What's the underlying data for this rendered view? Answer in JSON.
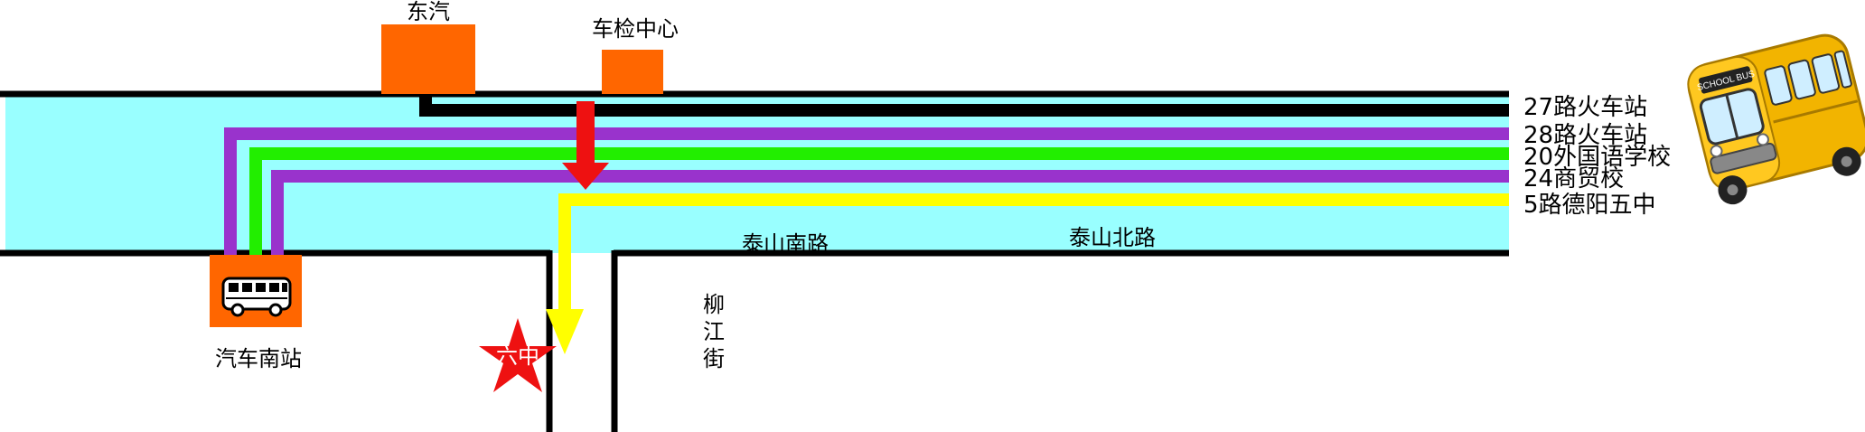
{
  "places": {
    "dongqi": "东汽",
    "chejian": "车检中心",
    "bus_south": "汽车南站",
    "liuzhong": "六中"
  },
  "roads": {
    "taishan_south": "泰山南路",
    "taishan_north": "泰山北路",
    "liujiang_1": "柳",
    "liujiang_2": "江",
    "liujiang_3": "街"
  },
  "routes": [
    {
      "label": "27路火车站",
      "color": "#000000"
    },
    {
      "label": "28路火车站",
      "color": "#9933cc"
    },
    {
      "label": "20外国语学校",
      "color": "#22ee00"
    },
    {
      "label": "24商贸校",
      "color": "#9933cc"
    },
    {
      "label": "5路德阳五中",
      "color": "#ffff00"
    }
  ],
  "colors": {
    "road_fill": "#99ffff",
    "building": "#ff6600",
    "arrow_red": "#ee1111",
    "star_red": "#ee1111"
  },
  "icons": {
    "bus_station": "bus-icon",
    "school_bus": "school-bus-icon",
    "school_bus_text": "SCHOOL BUS"
  }
}
